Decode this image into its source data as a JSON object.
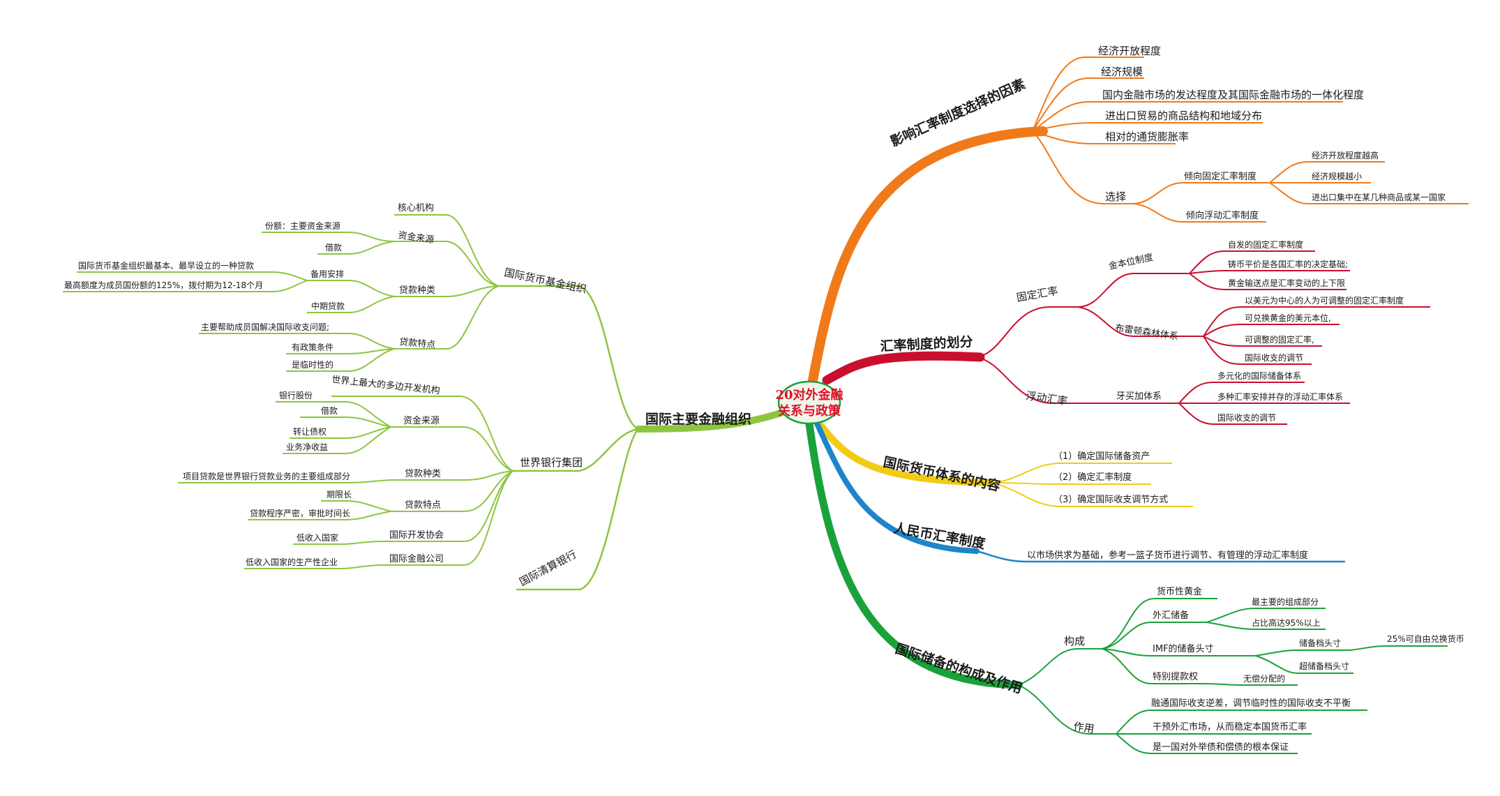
{
  "center": {
    "line1": "20对外金融",
    "line2": "关系与政策"
  },
  "colors": {
    "orange": "#f07a1a",
    "crimson": "#c8102e",
    "yellow": "#f1cb16",
    "blue": "#1f85c9",
    "green": "#1aa23a",
    "lime": "#8cc63f"
  },
  "branches": {
    "factors": {
      "label": "影响汇率制度选择的因素",
      "items": [
        "经济开放程度",
        "经济规模",
        "国内金融市场的发达程度及其国际金融市场的一体化程度",
        "进出口贸易的商品结构和地域分布",
        "相对的通货膨胀率"
      ],
      "choice": {
        "label": "选择",
        "fixed": "倾向固定汇率制度",
        "fixed_items": [
          "经济开放程度越高",
          "经济规模越小",
          "进出口集中在某几种商品或某一国家"
        ],
        "floating": "倾向浮动汇率制度"
      }
    },
    "division": {
      "label": "汇率制度的划分",
      "fixed": "固定汇率",
      "gold": "金本位制度",
      "gold_items": [
        "自发的固定汇率制度",
        "铸币平价是各国汇率的决定基础;",
        "黄金输送点是汇率变动的上下限"
      ],
      "bw": "布雷顿森林体系",
      "bw_items": [
        "以美元为中心的人为可调整的固定汇率制度",
        "可兑换黄金的美元本位,",
        "可调整的固定汇率,",
        "国际收支的调节"
      ],
      "floating": "浮动汇率",
      "jamaica": "牙买加体系",
      "jamaica_items": [
        "多元化的国际储备体系",
        "多种汇率安排并存的浮动汇率体系",
        "国际收支的调节"
      ]
    },
    "ims": {
      "label": "国际货币体系的内容",
      "items": [
        "（1）确定国际储备资产",
        "（2）确定汇率制度",
        "（3）确定国际收支调节方式"
      ]
    },
    "rmb": {
      "label": "人民币汇率制度",
      "item": "以市场供求为基础，参考一篮子货币进行调节、有管理的浮动汇率制度"
    },
    "reserves": {
      "label": "国际储备的构成及作用",
      "composition": "构成",
      "gold": "货币性黄金",
      "fx": "外汇储备",
      "fx_items": [
        "最主要的组成部分",
        "占比高达95%以上"
      ],
      "imf": "IMF的储备头寸",
      "tranche": "储备档头寸",
      "tranche_item": "25%可自由兑换货币",
      "super": "超储备档头寸",
      "sdr": "特别提款权",
      "sdr_item": "无偿分配的",
      "role": "作用",
      "role_items": [
        "融通国际收支逆差，调节临时性的国际收支不平衡",
        "干预外汇市场，从而稳定本国货币汇率",
        "是一国对外举债和偿债的根本保证"
      ]
    },
    "orgs": {
      "label": "国际主要金融组织",
      "imf": {
        "label": "国际货币基金组织",
        "core": "核心机构",
        "funds": "资金来源",
        "funds_items": [
          "份额：主要资金来源",
          "借款"
        ],
        "loans": "贷款种类",
        "standby": "备用安排",
        "standby_items": [
          "国际货币基金组织最基本、最早设立的一种贷款",
          "最高额度为成员国份额的125%，拨付期为12-18个月"
        ],
        "mid": "中期贷款",
        "features": "贷款特点",
        "features_items": [
          "主要帮助成员国解决国际收支问题;",
          "有政策条件",
          "是临时性的"
        ]
      },
      "wb": {
        "label": "世界银行集团",
        "intro": "世界上最大的多边开发机构",
        "funds": "资金来源",
        "funds_items": [
          "银行股份",
          "借款",
          "转让债权",
          "业务净收益"
        ],
        "loans": "贷款种类",
        "loans_item": "项目贷款是世界银行贷款业务的主要组成部分",
        "features": "贷款特点",
        "features_items": [
          "期限长",
          "贷款程序严密，审批时间长"
        ],
        "ida": "国际开发协会",
        "ida_item": "低收入国家",
        "ifc": "国际金融公司",
        "ifc_item": "低收入国家的生产性企业"
      },
      "bis": "国际清算银行"
    }
  }
}
